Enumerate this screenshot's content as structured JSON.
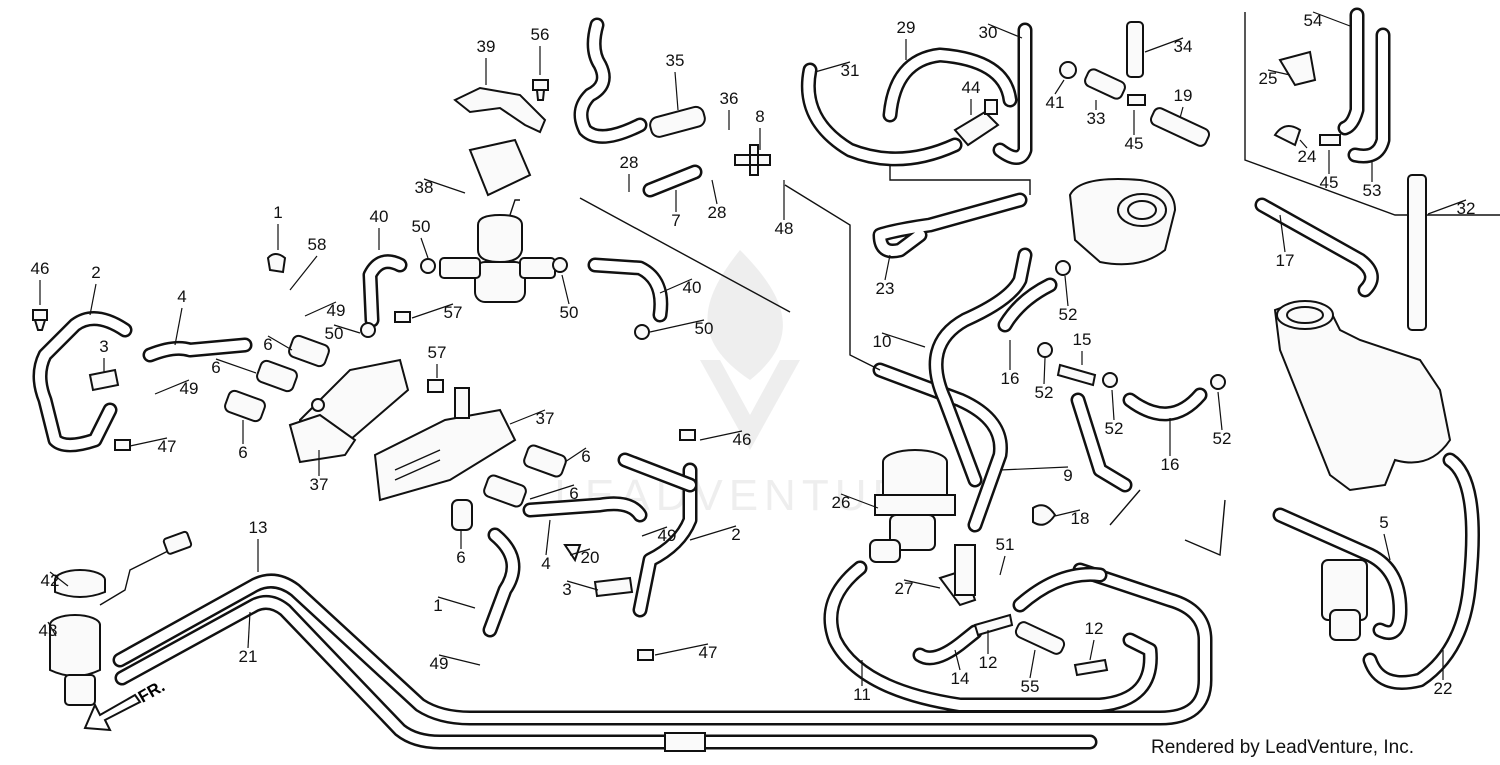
{
  "credit": "Rendered by LeadVenture, Inc.",
  "direction_label": "FR.",
  "watermark": "LEADVENTURE",
  "callouts": [
    {
      "id": "c-1a",
      "text": "1"
    },
    {
      "id": "c-2a",
      "text": "2"
    },
    {
      "id": "c-3a",
      "text": "3"
    },
    {
      "id": "c-4a",
      "text": "4"
    },
    {
      "id": "c-5",
      "text": "5"
    },
    {
      "id": "c-6a",
      "text": "6"
    },
    {
      "id": "c-6b",
      "text": "6"
    },
    {
      "id": "c-6c",
      "text": "6"
    },
    {
      "id": "c-6d",
      "text": "6"
    },
    {
      "id": "c-6e",
      "text": "6"
    },
    {
      "id": "c-6f",
      "text": "6"
    },
    {
      "id": "c-7",
      "text": "7"
    },
    {
      "id": "c-8",
      "text": "8"
    },
    {
      "id": "c-9",
      "text": "9"
    },
    {
      "id": "c-10",
      "text": "10"
    },
    {
      "id": "c-11",
      "text": "11"
    },
    {
      "id": "c-12a",
      "text": "12"
    },
    {
      "id": "c-12b",
      "text": "12"
    },
    {
      "id": "c-13",
      "text": "13"
    },
    {
      "id": "c-14",
      "text": "14"
    },
    {
      "id": "c-15",
      "text": "15"
    },
    {
      "id": "c-16a",
      "text": "16"
    },
    {
      "id": "c-16b",
      "text": "16"
    },
    {
      "id": "c-17",
      "text": "17"
    },
    {
      "id": "c-18",
      "text": "18"
    },
    {
      "id": "c-19",
      "text": "19"
    },
    {
      "id": "c-20",
      "text": "20"
    },
    {
      "id": "c-21",
      "text": "21"
    },
    {
      "id": "c-22",
      "text": "22"
    },
    {
      "id": "c-23",
      "text": "23"
    },
    {
      "id": "c-24",
      "text": "24"
    },
    {
      "id": "c-25",
      "text": "25"
    },
    {
      "id": "c-26",
      "text": "26"
    },
    {
      "id": "c-27",
      "text": "27"
    },
    {
      "id": "c-28a",
      "text": "28"
    },
    {
      "id": "c-28b",
      "text": "28"
    },
    {
      "id": "c-29",
      "text": "29"
    },
    {
      "id": "c-30",
      "text": "30"
    },
    {
      "id": "c-31",
      "text": "31"
    },
    {
      "id": "c-32",
      "text": "32"
    },
    {
      "id": "c-33",
      "text": "33"
    },
    {
      "id": "c-34",
      "text": "34"
    },
    {
      "id": "c-35",
      "text": "35"
    },
    {
      "id": "c-36",
      "text": "36"
    },
    {
      "id": "c-37a",
      "text": "37"
    },
    {
      "id": "c-37b",
      "text": "37"
    },
    {
      "id": "c-38",
      "text": "38"
    },
    {
      "id": "c-39",
      "text": "39"
    },
    {
      "id": "c-40a",
      "text": "40"
    },
    {
      "id": "c-40b",
      "text": "40"
    },
    {
      "id": "c-41",
      "text": "41"
    },
    {
      "id": "c-42",
      "text": "42"
    },
    {
      "id": "c-43",
      "text": "43"
    },
    {
      "id": "c-44",
      "text": "44"
    },
    {
      "id": "c-45a",
      "text": "45"
    },
    {
      "id": "c-45b",
      "text": "45"
    },
    {
      "id": "c-46a",
      "text": "46"
    },
    {
      "id": "c-46b",
      "text": "46"
    },
    {
      "id": "c-47a",
      "text": "47"
    },
    {
      "id": "c-47b",
      "text": "47"
    },
    {
      "id": "c-48",
      "text": "48"
    },
    {
      "id": "c-49a",
      "text": "49"
    },
    {
      "id": "c-49b",
      "text": "49"
    },
    {
      "id": "c-49c",
      "text": "49"
    },
    {
      "id": "c-49d",
      "text": "49"
    },
    {
      "id": "c-50a",
      "text": "50"
    },
    {
      "id": "c-50b",
      "text": "50"
    },
    {
      "id": "c-50c",
      "text": "50"
    },
    {
      "id": "c-50d",
      "text": "50"
    },
    {
      "id": "c-51",
      "text": "51"
    },
    {
      "id": "c-52a",
      "text": "52"
    },
    {
      "id": "c-52b",
      "text": "52"
    },
    {
      "id": "c-52c",
      "text": "52"
    },
    {
      "id": "c-52d",
      "text": "52"
    },
    {
      "id": "c-53",
      "text": "53"
    },
    {
      "id": "c-54",
      "text": "54"
    },
    {
      "id": "c-55",
      "text": "55"
    },
    {
      "id": "c-56",
      "text": "56"
    },
    {
      "id": "c-57a",
      "text": "57"
    },
    {
      "id": "c-57b",
      "text": "57"
    },
    {
      "id": "c-58",
      "text": "58"
    },
    {
      "id": "c-1b",
      "text": "1"
    },
    {
      "id": "c-2b",
      "text": "2"
    },
    {
      "id": "c-3b",
      "text": "3"
    },
    {
      "id": "c-4b",
      "text": "4"
    }
  ]
}
